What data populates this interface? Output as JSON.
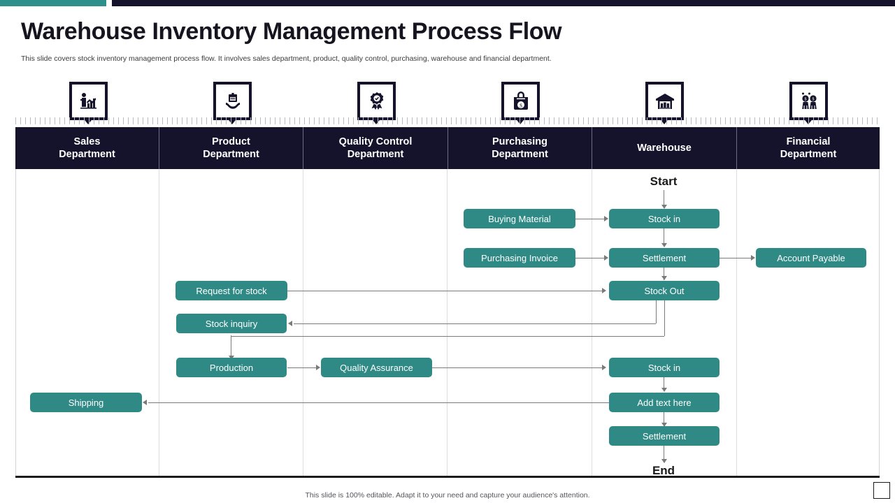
{
  "theme": {
    "accent_teal": "#2f8a86",
    "dark_navy": "#15132b",
    "connector_gray": "#7a7a7a",
    "page_bg": "#ffffff"
  },
  "header": {
    "title": "Warehouse Inventory Management Process Flow",
    "subtitle": "This slide covers stock inventory management process flow. It involves sales department, product, quality control, purchasing, warehouse and financial department."
  },
  "columns": [
    {
      "label": "Sales\nDepartment",
      "icon": "person-bar-chart-icon"
    },
    {
      "label": "Product\nDepartment",
      "icon": "package-in-hands-icon"
    },
    {
      "label": "Quality Control\nDepartment",
      "icon": "quality-badge-icon"
    },
    {
      "label": "Purchasing\nDepartment",
      "icon": "shopping-bag-dollar-icon"
    },
    {
      "label": "Warehouse",
      "icon": "warehouse-building-icon"
    },
    {
      "label": "Financial\nDepartment",
      "icon": "people-dollar-icon"
    }
  ],
  "flow": {
    "start_label": "Start",
    "end_label": "End",
    "nodes": [
      {
        "id": "buying-material",
        "label": "Buying Material",
        "column": "Purchasing Department"
      },
      {
        "id": "stock-in-1",
        "label": "Stock in",
        "column": "Warehouse"
      },
      {
        "id": "purchasing-invoice",
        "label": "Purchasing Invoice",
        "column": "Purchasing Department"
      },
      {
        "id": "settlement-1",
        "label": "Settlement",
        "column": "Warehouse"
      },
      {
        "id": "account-payable",
        "label": "Account Payable",
        "column": "Financial Department"
      },
      {
        "id": "request-for-stock",
        "label": "Request for stock",
        "column": "Product Department"
      },
      {
        "id": "stock-out",
        "label": "Stock Out",
        "column": "Warehouse"
      },
      {
        "id": "stock-inquiry",
        "label": "Stock inquiry",
        "column": "Product Department"
      },
      {
        "id": "production",
        "label": "Production",
        "column": "Product Department"
      },
      {
        "id": "quality-assurance",
        "label": "Quality Assurance",
        "column": "Quality Control Department"
      },
      {
        "id": "stock-in-2",
        "label": "Stock in",
        "column": "Warehouse"
      },
      {
        "id": "add-text-here",
        "label": "Add text here",
        "column": "Warehouse"
      },
      {
        "id": "settlement-2",
        "label": "Settlement",
        "column": "Warehouse"
      },
      {
        "id": "shipping",
        "label": "Shipping",
        "column": "Sales Department"
      }
    ]
  },
  "footer": {
    "note": "This slide is 100% editable. Adapt it to your need and capture your audience's attention."
  }
}
